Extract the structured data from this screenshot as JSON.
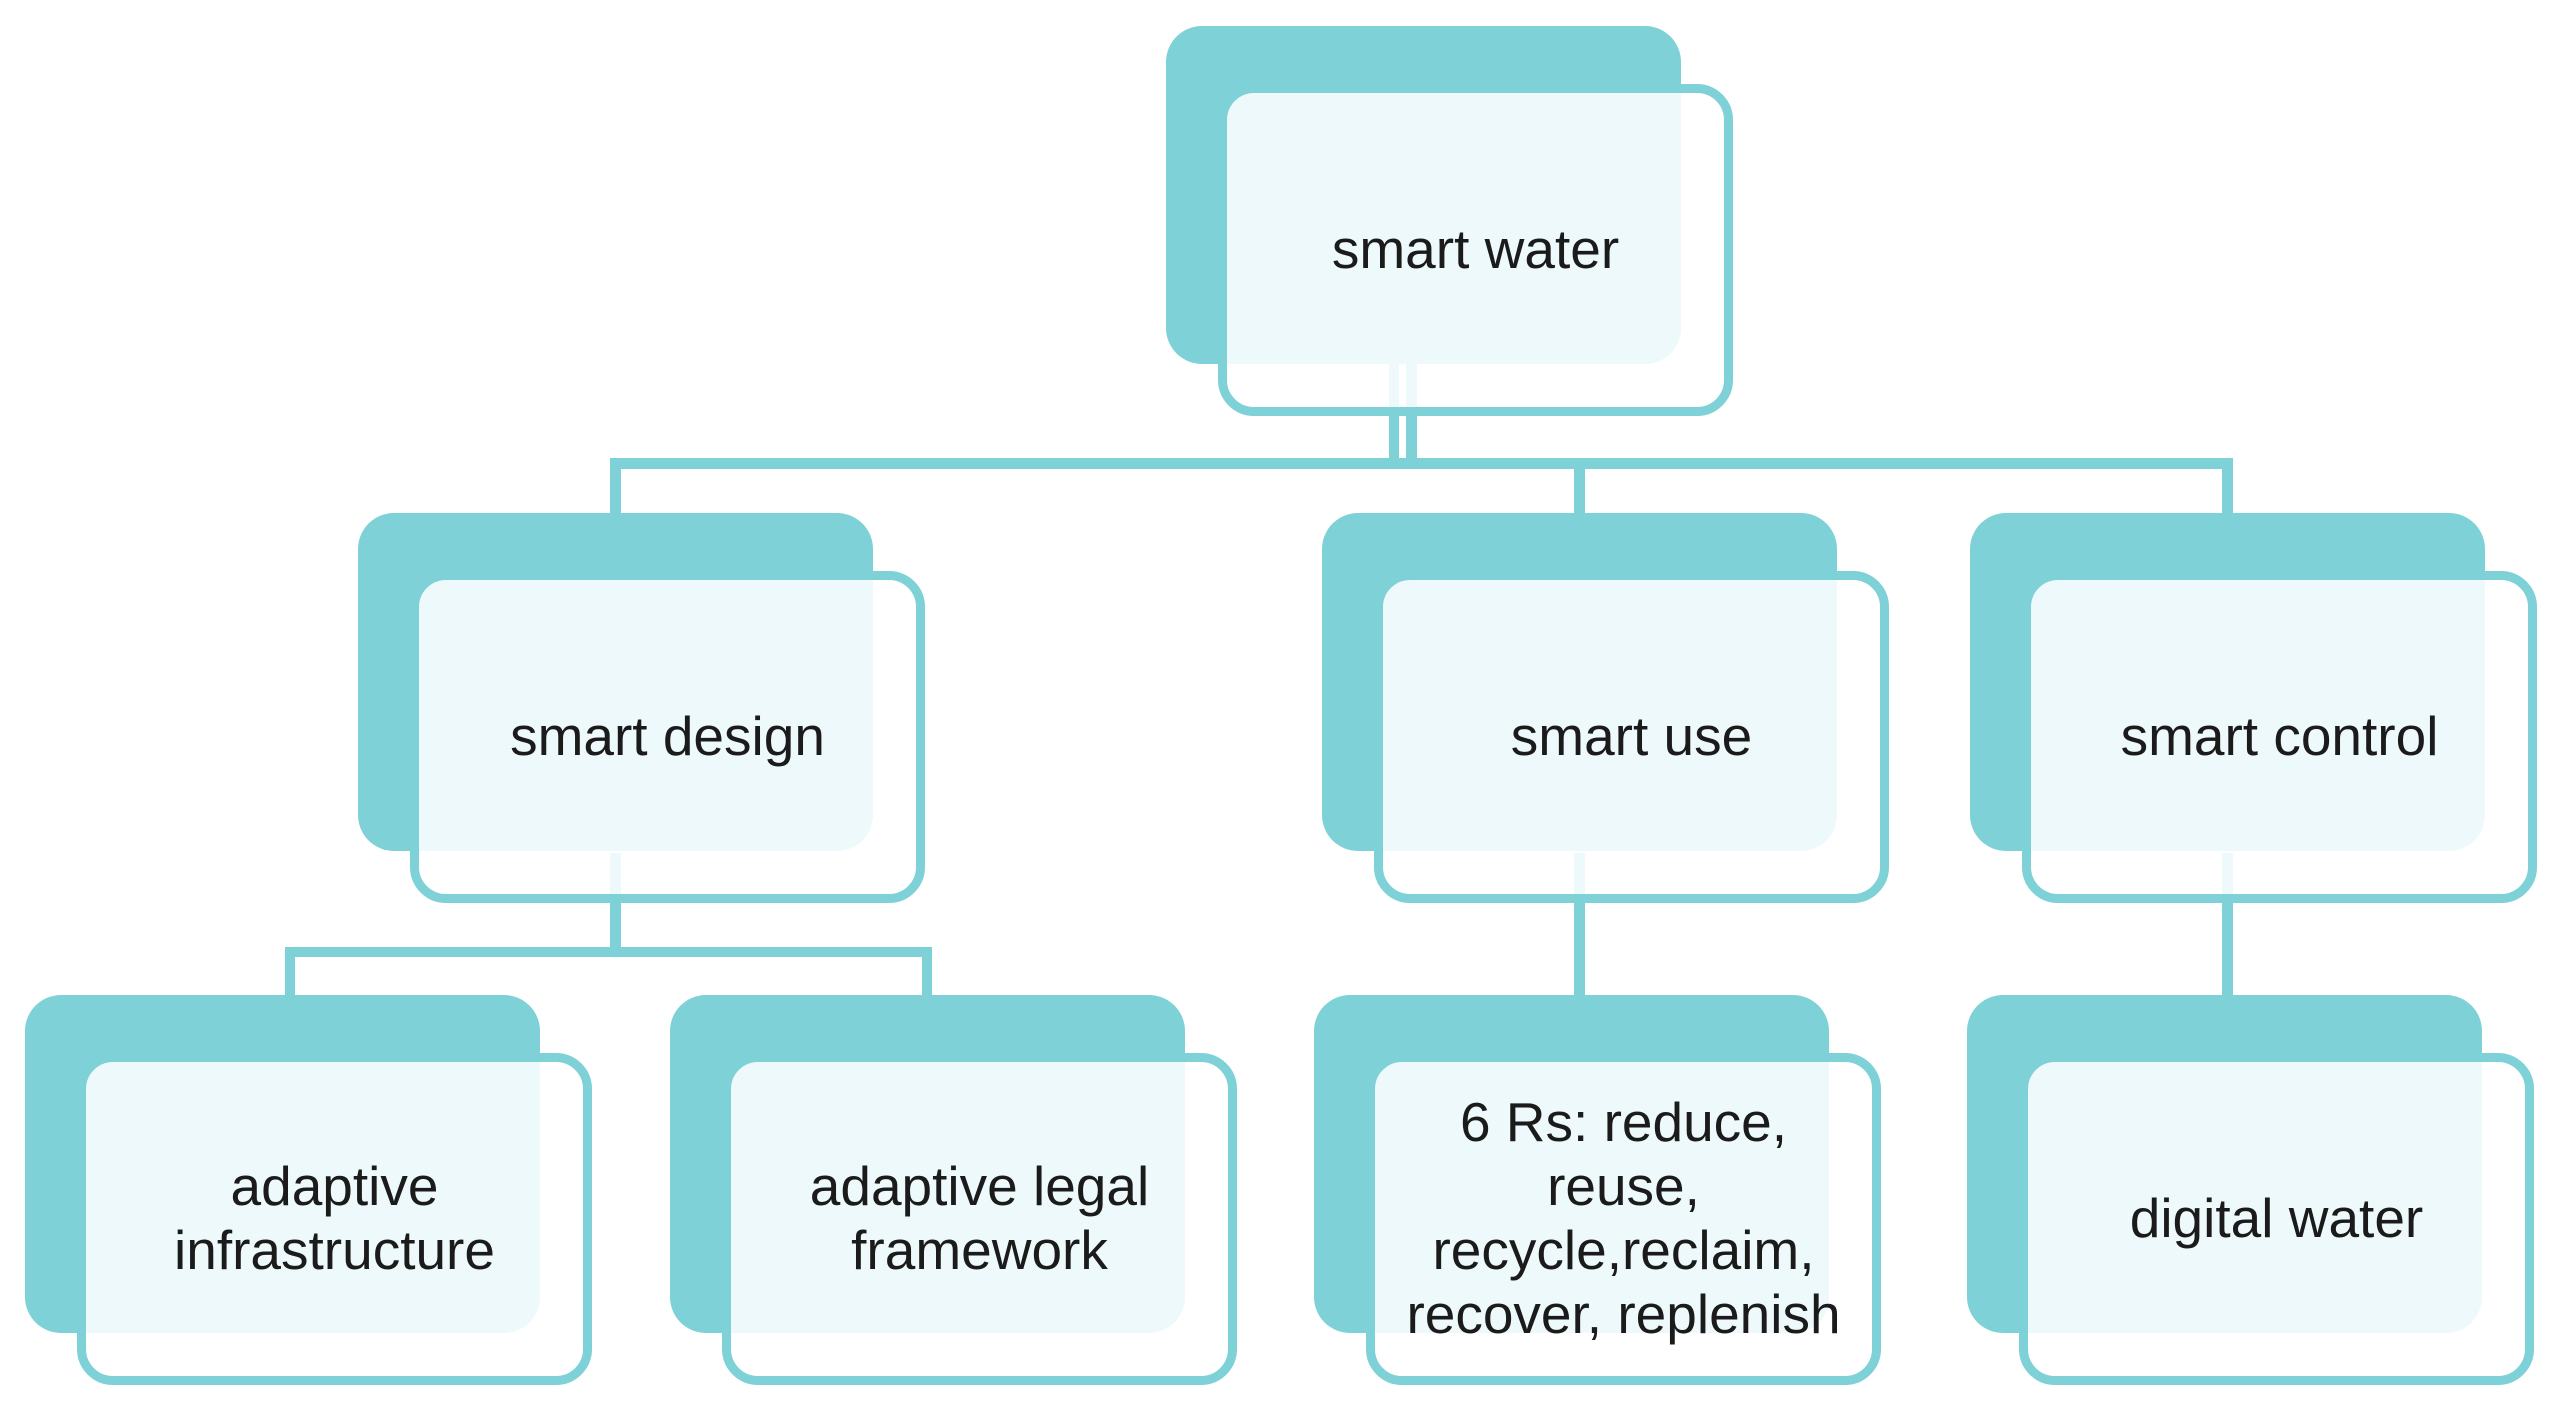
{
  "diagram": {
    "type": "hierarchy",
    "root": {
      "label": "smart water"
    },
    "level1": [
      {
        "label": "smart design"
      },
      {
        "label": "smart use"
      },
      {
        "label": "smart control"
      }
    ],
    "level2": [
      {
        "label": "adaptive\ninfrastructure"
      },
      {
        "label": "adaptive legal\nframework"
      },
      {
        "label": "6 Rs: reduce, reuse,\nrecycle,reclaim,\nrecover, replenish"
      },
      {
        "label": "digital water"
      }
    ]
  },
  "colors": {
    "accent_teal": "#7ed1d7",
    "text_black": "#1b1b1b",
    "background": "#ffffff"
  }
}
